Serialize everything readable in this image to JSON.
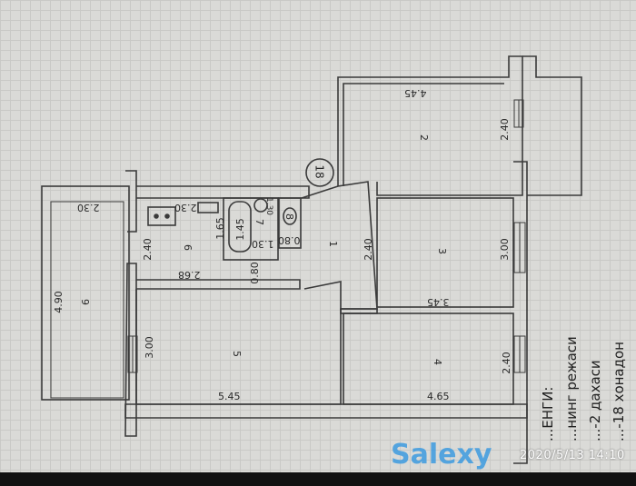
{
  "plan": {
    "rooms": {
      "r1": "1",
      "r2": "2",
      "r3": "3",
      "r4": "4",
      "r5": "5",
      "r6": "6",
      "r7": "7",
      "r8": "8",
      "r9": "9",
      "r18": "18"
    },
    "dims": {
      "d_445": "4.45",
      "d_240a": "2.40",
      "d_230a": "2.30",
      "d_230b": "2.30",
      "d_165": "1.65",
      "d_145": "1.45",
      "d_130a": "1.30",
      "d_130b": "1.30",
      "d_080a": "0.80",
      "d_080b": "0.80",
      "d_240b": "2.40",
      "d_240c": "2.40",
      "d_268": "2.68",
      "d_300a": "3.00",
      "d_300b": "3.00",
      "d_345": "3.45",
      "d_490": "4.90",
      "d_545": "5.45",
      "d_465": "4.65",
      "d_240d": "2.40"
    }
  },
  "side_text": [
    "...ЕНГИ:",
    "...нинг режаси",
    "...-2 дахаси",
    "...-18 хонадон"
  ],
  "timestamp": "2020/5/13 14:10",
  "watermark": "Salexy",
  "colors": {
    "paper": "#dadad7",
    "line": "#3a3a3a",
    "watermark": "#3d9be0"
  }
}
